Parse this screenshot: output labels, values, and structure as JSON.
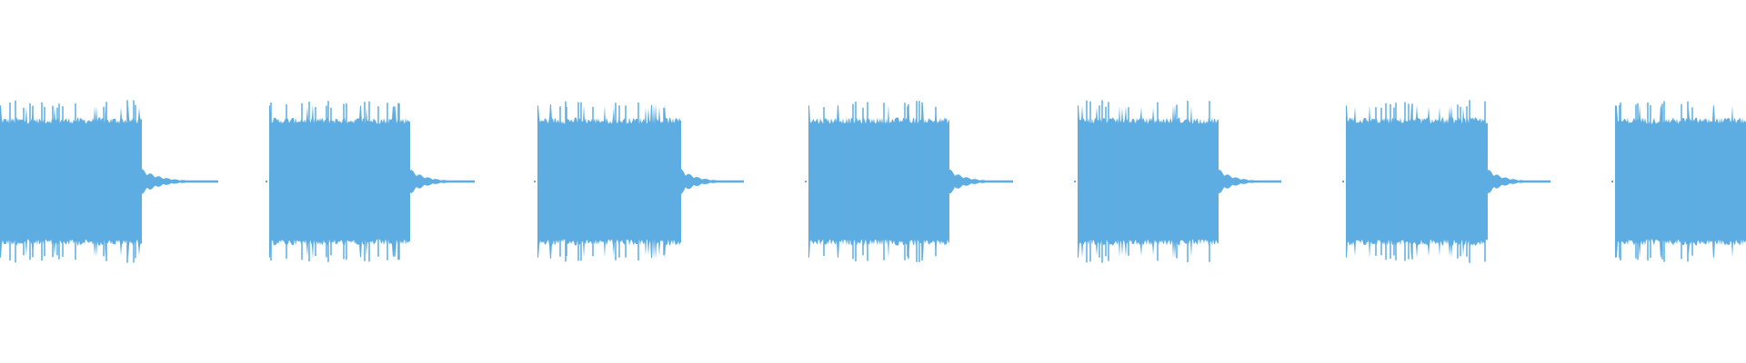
{
  "waveform": {
    "color": "#5dade2",
    "background": "#ffffff",
    "burst_count": 7,
    "bursts": [
      {
        "start": 0.0,
        "end": 0.081,
        "tail_end": 0.125
      },
      {
        "start": 0.154,
        "end": 0.235,
        "tail_end": 0.272
      },
      {
        "start": 0.308,
        "end": 0.39,
        "tail_end": 0.426
      },
      {
        "start": 0.463,
        "end": 0.544,
        "tail_end": 0.58
      },
      {
        "start": 0.617,
        "end": 0.698,
        "tail_end": 0.734
      },
      {
        "start": 0.771,
        "end": 0.852,
        "tail_end": 0.888
      },
      {
        "start": 0.925,
        "end": 1.0,
        "tail_end": 1.0
      }
    ],
    "peak_amplitude": 0.45,
    "typical_amplitude": 0.38
  }
}
